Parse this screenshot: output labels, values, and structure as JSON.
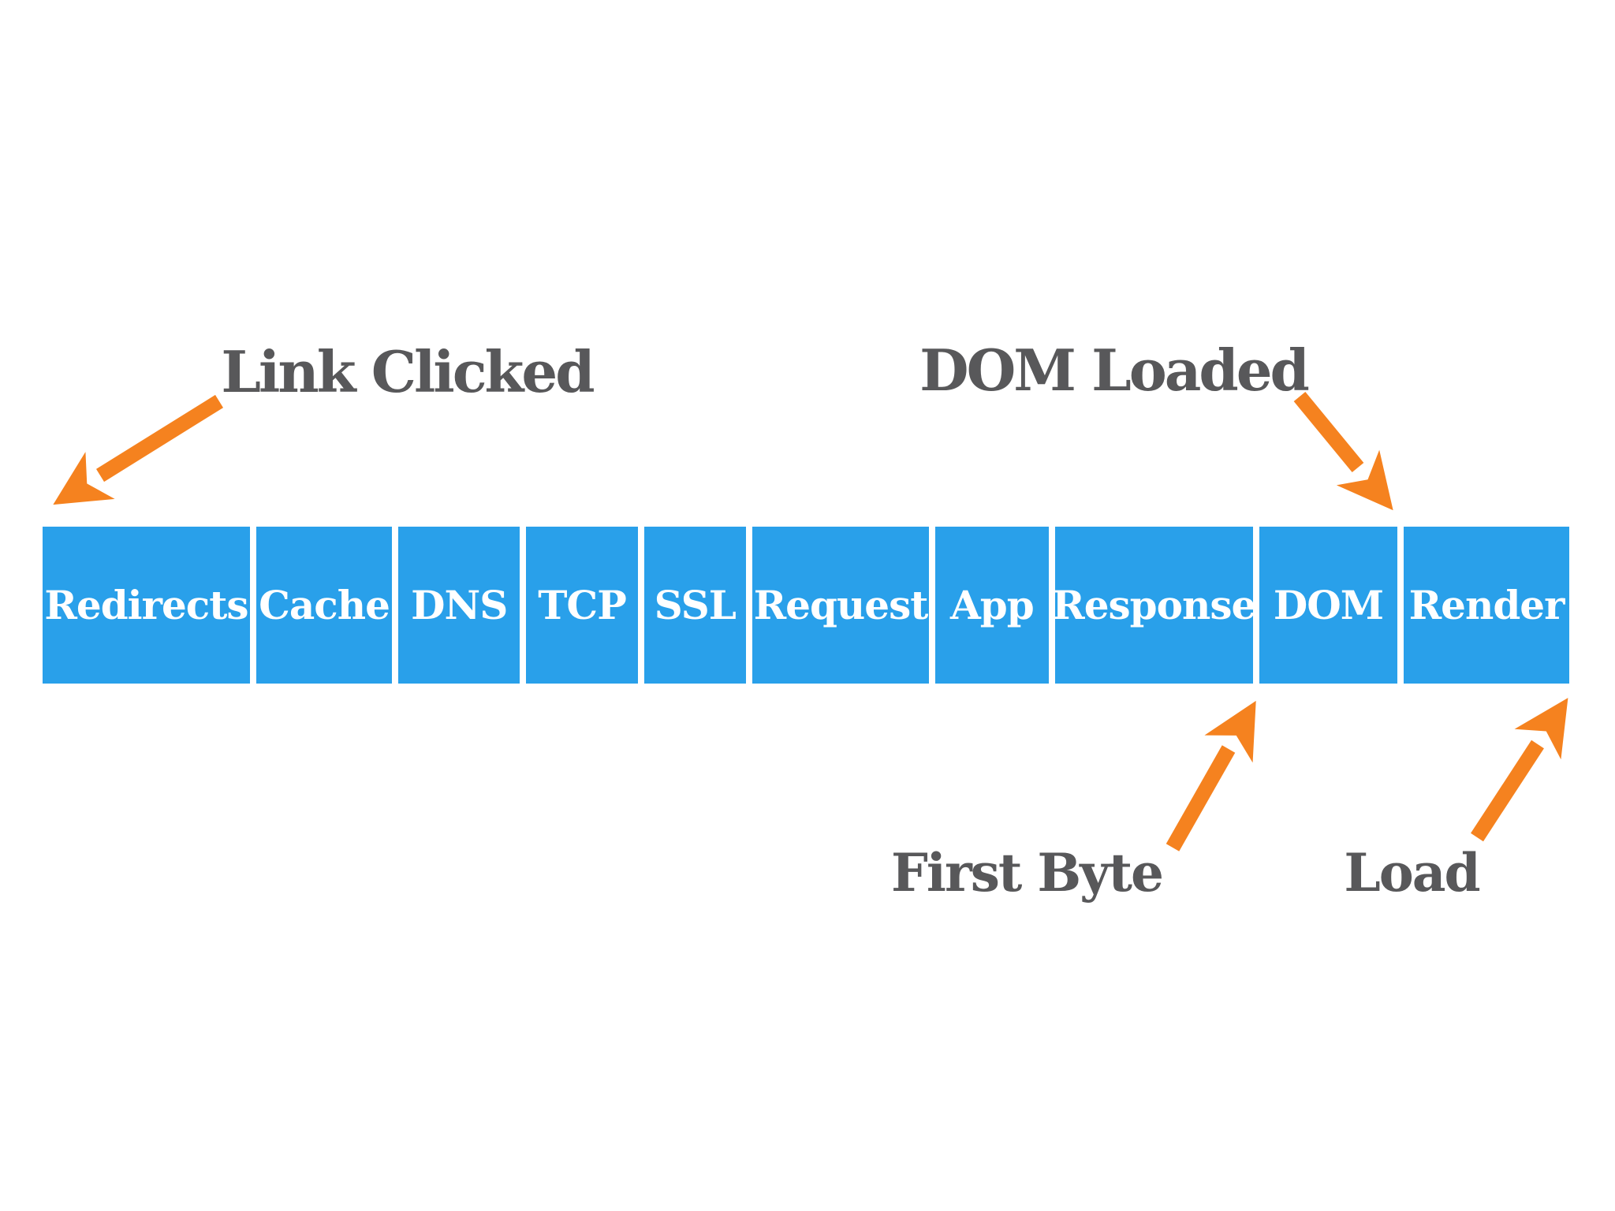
{
  "diagram": {
    "annotations": {
      "link_clicked": "Link Clicked",
      "dom_loaded": "DOM Loaded",
      "first_byte": "First Byte",
      "load": "Load"
    },
    "phases": [
      "Redirects",
      "Cache",
      "DNS",
      "TCP",
      "SSL",
      "Request",
      "App",
      "Response",
      "DOM",
      "Render"
    ],
    "colors": {
      "bar": "#29A0EA",
      "arrow": "#F5821F",
      "annotation_text": "#58585A",
      "phase_text": "#FFFFFF",
      "background": "#FFFFFF"
    }
  }
}
